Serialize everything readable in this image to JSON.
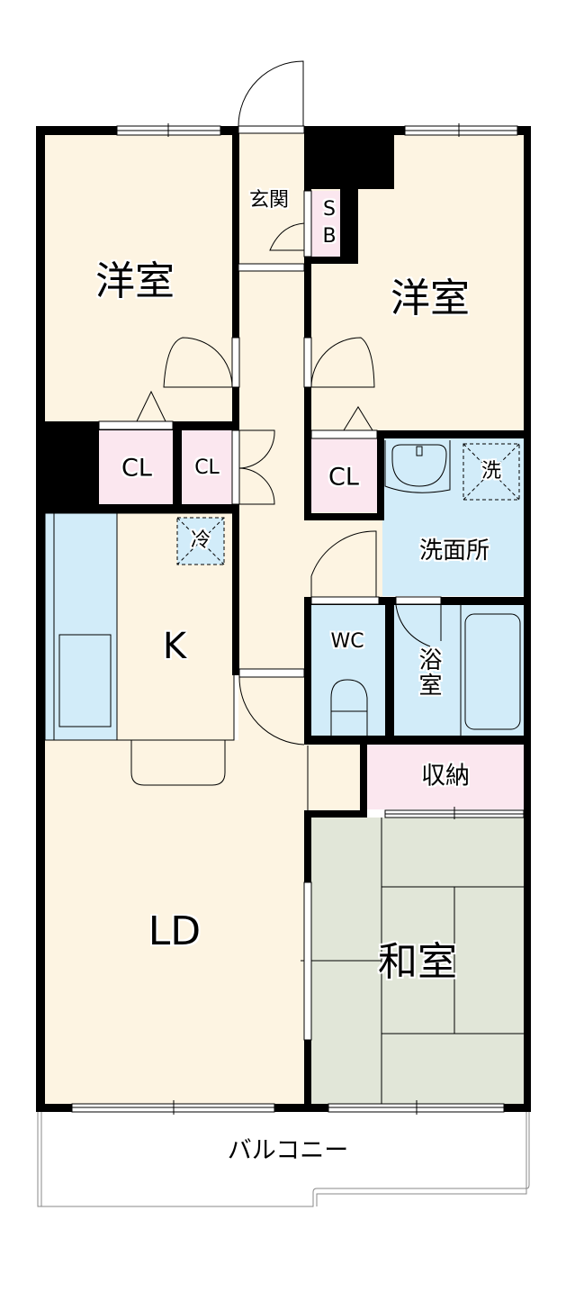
{
  "plan": {
    "type": "apartment floor plan",
    "layout": "3LDK"
  },
  "colors": {
    "floor_wood": "#fdf4e2",
    "floor_closet": "#fbe7ef",
    "floor_wet": "#d2ecf9",
    "floor_tatami": "#e1e6d8",
    "wall": "#000000",
    "line": "#000000",
    "background": "#ffffff"
  },
  "rooms": {
    "western_room_left": "洋室",
    "western_room_right": "洋室",
    "entrance": "玄関",
    "shoe_box_1": "S",
    "shoe_box_2": "B",
    "closet_left_1": "CL",
    "closet_left_2": "CL",
    "closet_right": "CL",
    "fridge": "冷",
    "washer": "洗",
    "washroom": "洗面所",
    "kitchen": "K",
    "toilet": "WC",
    "bathroom": "浴室",
    "storage": "収納",
    "living_dining": "LD",
    "japanese_room": "和室",
    "balcony": "バルコニー"
  }
}
